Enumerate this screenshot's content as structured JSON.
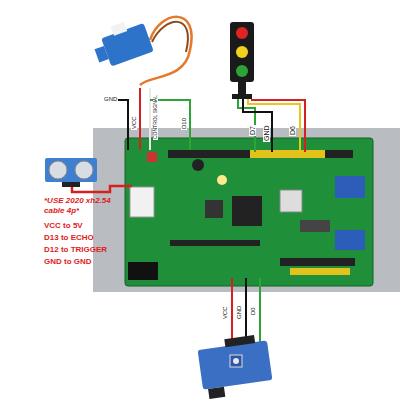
{
  "diagram": {
    "labels": [
      "GND",
      "VCC",
      "CONTROL SIGNAL",
      "D10",
      "D7",
      "GND",
      "D6",
      "*USE 2020 xh2.54 cable 4p*",
      "VCC to 5V",
      "D13 to ECHO",
      "D12 to TRIGGER",
      "GND to GND",
      "VCC",
      "GND",
      "D0"
    ]
  }
}
